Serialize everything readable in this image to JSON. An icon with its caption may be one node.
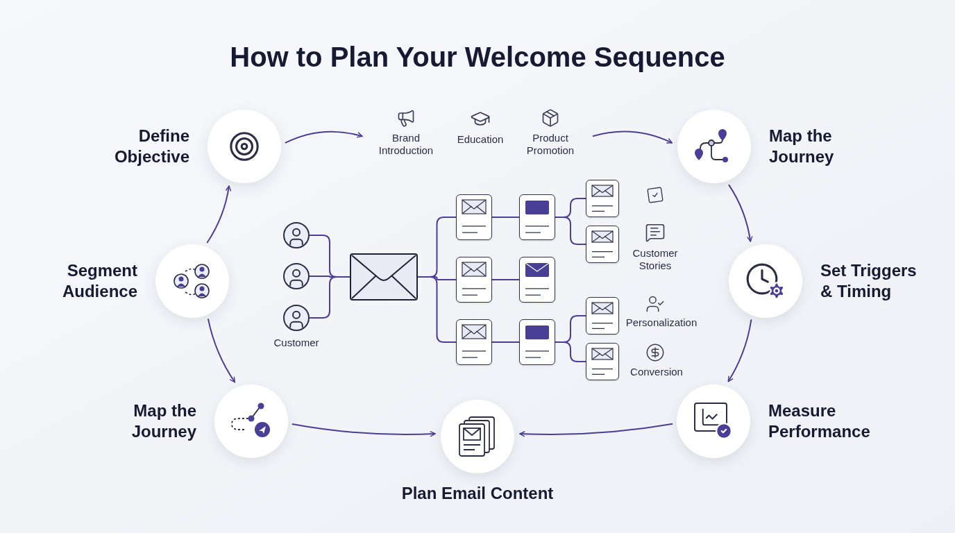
{
  "diagram": {
    "title": "How to Plan Your Welcome Sequence",
    "nodes": [
      {
        "text": [
          "Define Objective"
        ]
      },
      {
        "text": [
          "Brand Introduction"
        ]
      },
      {
        "text": [
          "Education"
        ]
      },
      {
        "text": [
          "Product Promotion"
        ]
      },
      {
        "text": [
          "Map the Journey"
        ]
      },
      {
        "text": [
          "Set Triggers & Timing"
        ]
      },
      {
        "text": [
          "Measure Performance"
        ]
      },
      {
        "text": [
          "Plan Email Content"
        ]
      },
      {
        "text": [
          "Map the Journey"
        ]
      },
      {
        "text": [
          "Segment Audience"
        ]
      },
      {
        "text": [],
        "shape": "circle"
      },
      {
        "text": [],
        "shape": "circle"
      },
      {
        "text": [],
        "shape": "circle",
        "beside": [
          "Customer"
        ]
      },
      {
        "text": [],
        "shape": "envelope"
      },
      {
        "text": [],
        "shape": "box"
      },
      {
        "text": [],
        "shape": "box"
      },
      {
        "text": [],
        "shape": "box"
      },
      {
        "text": [],
        "shape": "box"
      },
      {
        "text": [],
        "shape": "box"
      },
      {
        "text": [],
        "shape": "box"
      },
      {
        "text": [],
        "shape": "box"
      },
      {
        "text": [],
        "shape": "box"
      },
      {
        "text": [],
        "shape": "box"
      },
      {
        "text": [],
        "shape": "box"
      }
    ],
    "edges": [
      {
        "from": 0,
        "to": 1,
        "arrow": "to"
      },
      {
        "from": 3,
        "to": 4,
        "arrow": "to"
      },
      {
        "from": 4,
        "to": 5,
        "arrow": "to"
      },
      {
        "from": 5,
        "to": 6,
        "arrow": "to"
      },
      {
        "from": 6,
        "to": 7,
        "arrow": "to"
      },
      {
        "from": 8,
        "to": 7,
        "arrow": "to"
      },
      {
        "from": 9,
        "to": 8,
        "arrow": "to"
      },
      {
        "from": 9,
        "to": 0,
        "arrow": "to"
      },
      {
        "from": 10,
        "to": 13,
        "arrow": "none"
      },
      {
        "from": 11,
        "to": 13,
        "arrow": "none"
      },
      {
        "from": 12,
        "to": 13,
        "arrow": "none"
      },
      {
        "from": 13,
        "to": 14,
        "arrow": "none"
      },
      {
        "from": 13,
        "to": 18,
        "arrow": "none"
      },
      {
        "from": 13,
        "to": 20,
        "arrow": "none"
      },
      {
        "from": 14,
        "to": 15,
        "arrow": "none"
      },
      {
        "from": 15,
        "to": 16,
        "arrow": "none"
      },
      {
        "from": 15,
        "to": 17,
        "arrow": "none"
      },
      {
        "from": 18,
        "to": 19,
        "arrow": "none"
      },
      {
        "from": 20,
        "to": 21,
        "arrow": "none"
      },
      {
        "from": 21,
        "to": 22,
        "arrow": "none"
      },
      {
        "from": 21,
        "to": 23,
        "arrow": "none"
      }
    ],
    "labels": [
      "Customer Stories",
      "Personalization",
      "Conversion"
    ]
  }
}
